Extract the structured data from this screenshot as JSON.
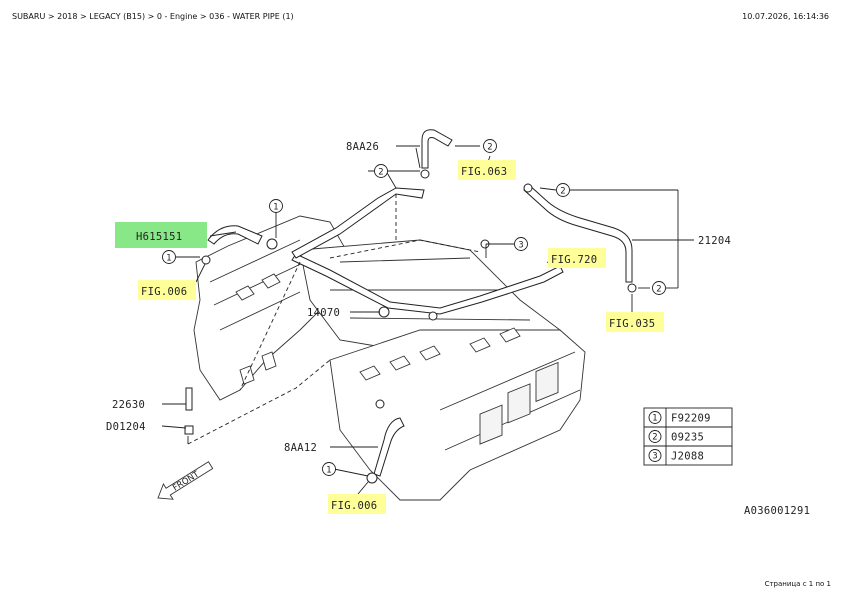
{
  "header": {
    "breadcrumb": "SUBARU > 2018 > LEGACY (B15) > 0 - Engine > 036 - WATER PIPE (1)",
    "datetime": "10.07.2026, 16:14:36"
  },
  "footer": {
    "page": "Страница с 1 по 1"
  },
  "colors": {
    "highlight_yellow": "#ffff99",
    "highlight_green": "#88e888"
  },
  "diagram": {
    "labels": {
      "h615151": "H615151",
      "fig006_left": "FIG.006",
      "fig006_bottom": "FIG.006",
      "fig063": "FIG.063",
      "fig720": "FIG.720",
      "fig035": "FIG.035",
      "p8aa26": "8AA26",
      "p8aa12": "8AA12",
      "p21204": "21204",
      "p14070": "14070",
      "p22630": "22630",
      "pd01204": "D01204",
      "front": "FRONT",
      "code": "A036001291"
    },
    "callouts": {
      "c1a": "1",
      "c1b": "1",
      "c1c": "1",
      "c2a": "2",
      "c2b": "2",
      "c2c": "2",
      "c2d": "2",
      "c3a": "3"
    },
    "legend": [
      {
        "num": "1",
        "part": "F92209"
      },
      {
        "num": "2",
        "part": "09235"
      },
      {
        "num": "3",
        "part": "J2088"
      }
    ]
  }
}
